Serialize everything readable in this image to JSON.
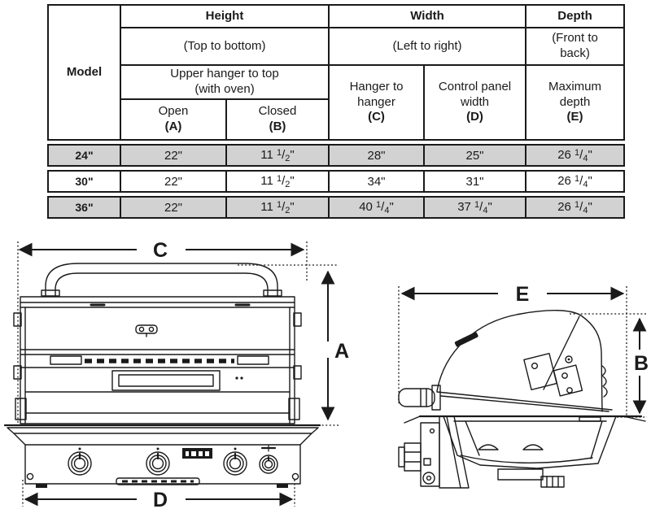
{
  "table": {
    "header": {
      "model": "Model",
      "height": "Height",
      "width": "Width",
      "depth": "Depth",
      "height_sub": "(Top to bottom)",
      "width_sub": "(Left to right)",
      "depth_sub": "(Front to back)",
      "height_group_line1": "Upper hanger to top",
      "height_group_line2": "(with oven)",
      "open": {
        "label": "Open",
        "letter": "(A)"
      },
      "closed": {
        "label": "Closed",
        "letter": "(B)"
      },
      "hanger": {
        "label": "Hanger to hanger",
        "letter": "(C)"
      },
      "panel": {
        "label": "Control panel width",
        "letter": "(D)"
      },
      "maxdepth": {
        "label": "Maximum depth",
        "letter": "(E)"
      }
    },
    "rows": [
      {
        "model": "24\"",
        "open_a": "22\"",
        "closed_b": "11 1/2\"",
        "hanger_c": "28\"",
        "panel_d": "25\"",
        "depth_e": "26 1/4\"",
        "shaded": true
      },
      {
        "model": "30\"",
        "open_a": "22\"",
        "closed_b": "11 1/2\"",
        "hanger_c": "34\"",
        "panel_d": "31\"",
        "depth_e": "26 1/4\"",
        "shaded": false
      },
      {
        "model": "36\"",
        "open_a": "22\"",
        "closed_b": "11 1/2\"",
        "hanger_c": "40 1/4\"",
        "panel_d": "37 1/4\"",
        "depth_e": "26 1/4\"",
        "shaded": true
      }
    ]
  },
  "diagrams": {
    "front": {
      "label_c": "C",
      "label_a": "A",
      "label_d": "D"
    },
    "side": {
      "label_e": "E",
      "label_b": "B"
    }
  },
  "colors": {
    "shade": "#d2d2d2",
    "line": "#1a1a1a"
  }
}
